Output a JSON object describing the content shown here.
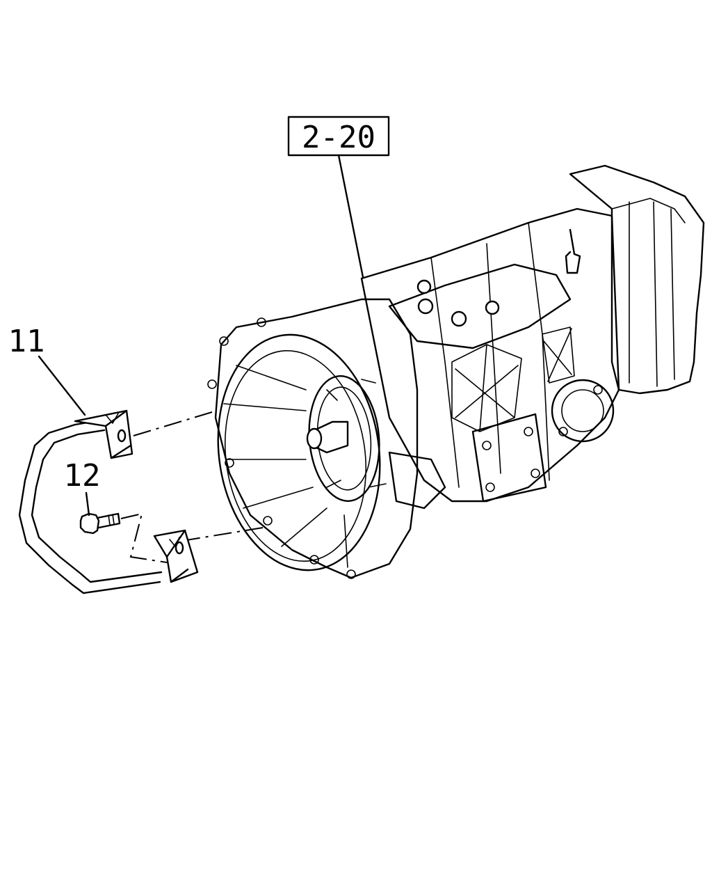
{
  "callouts": {
    "assembly_ref": "2-20",
    "bracket": "11",
    "bolt": "12"
  }
}
